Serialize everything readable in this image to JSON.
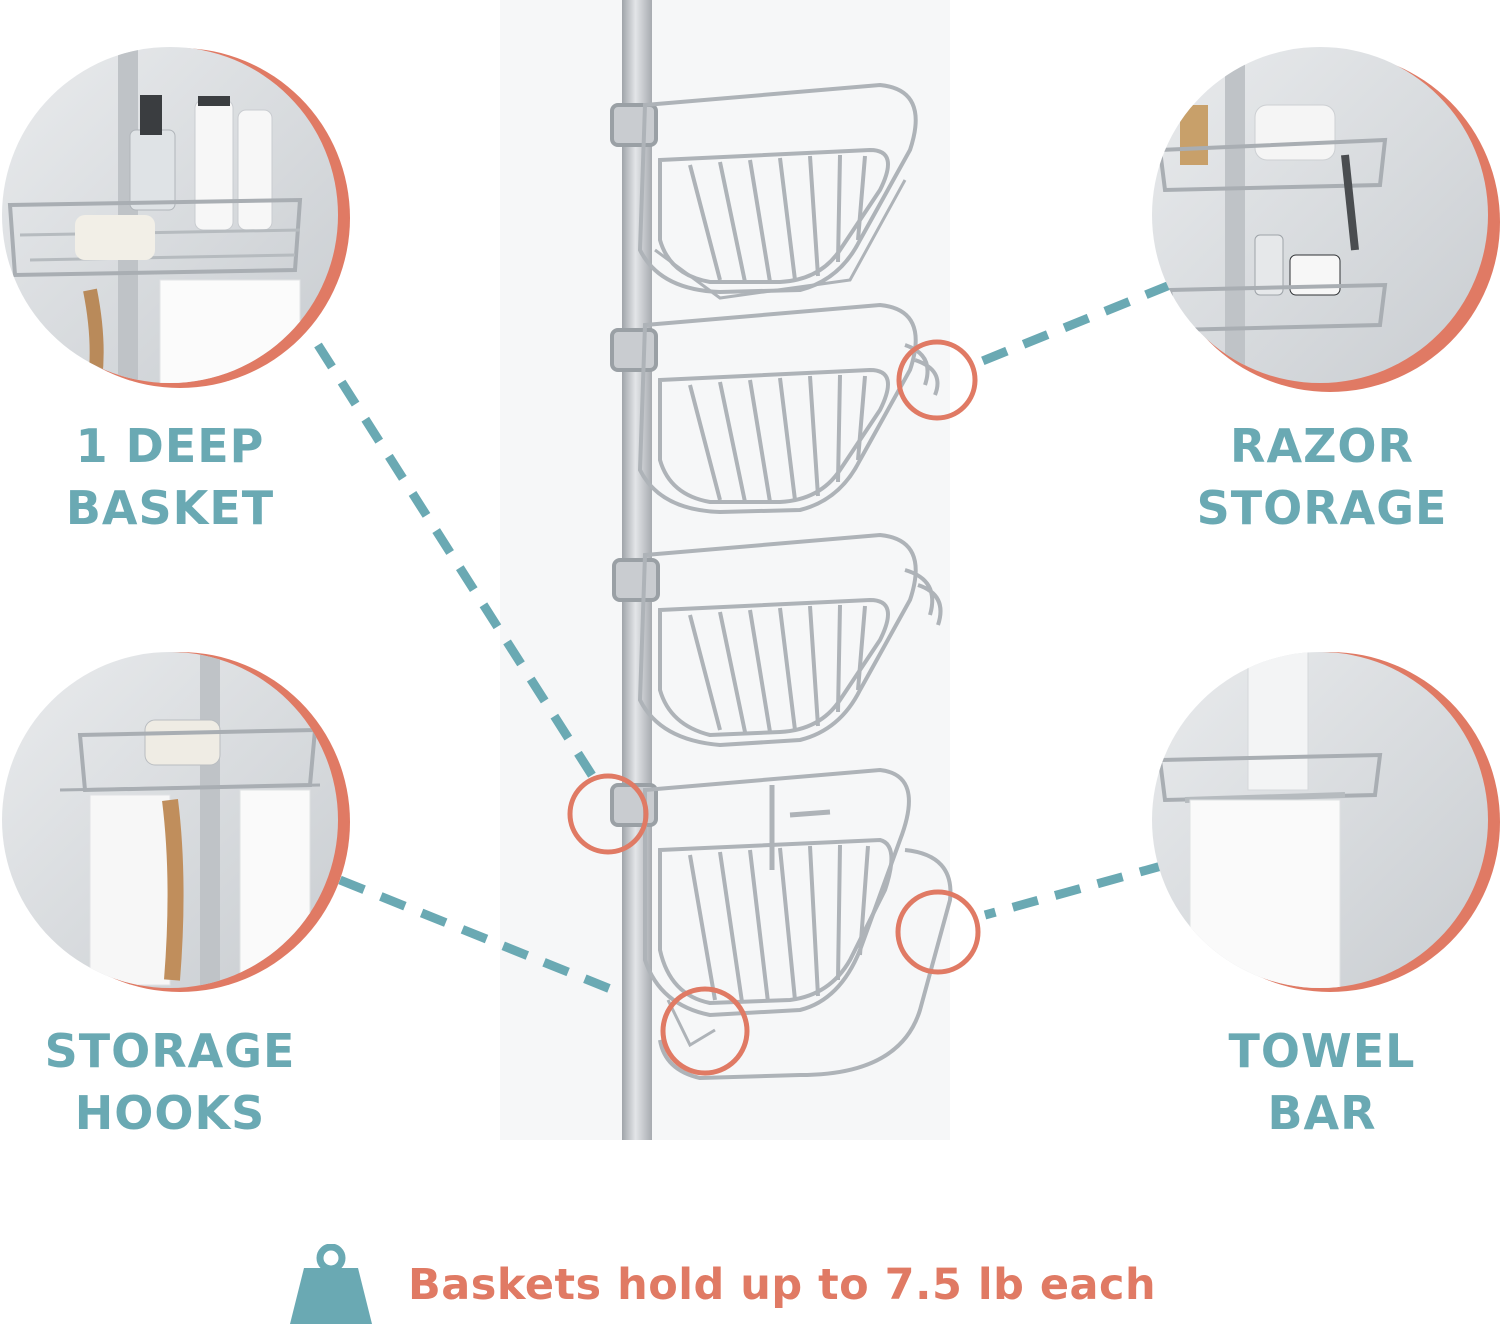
{
  "features": [
    {
      "id": "deep-basket",
      "lines": [
        "1 DEEP",
        "BASKET"
      ]
    },
    {
      "id": "razor-storage",
      "lines": [
        "RAZOR",
        "STORAGE"
      ]
    },
    {
      "id": "storage-hooks",
      "lines": [
        "STORAGE",
        "HOOKS"
      ]
    },
    {
      "id": "towel-bar",
      "lines": [
        "TOWEL",
        "BAR"
      ]
    }
  ],
  "footer": {
    "icon": "weight-icon",
    "text": "Baskets hold up to 7.5 lb each"
  },
  "colors": {
    "teal": "#6aa9b3",
    "coral": "#e07a64",
    "chrome": "#c9ccd0"
  }
}
